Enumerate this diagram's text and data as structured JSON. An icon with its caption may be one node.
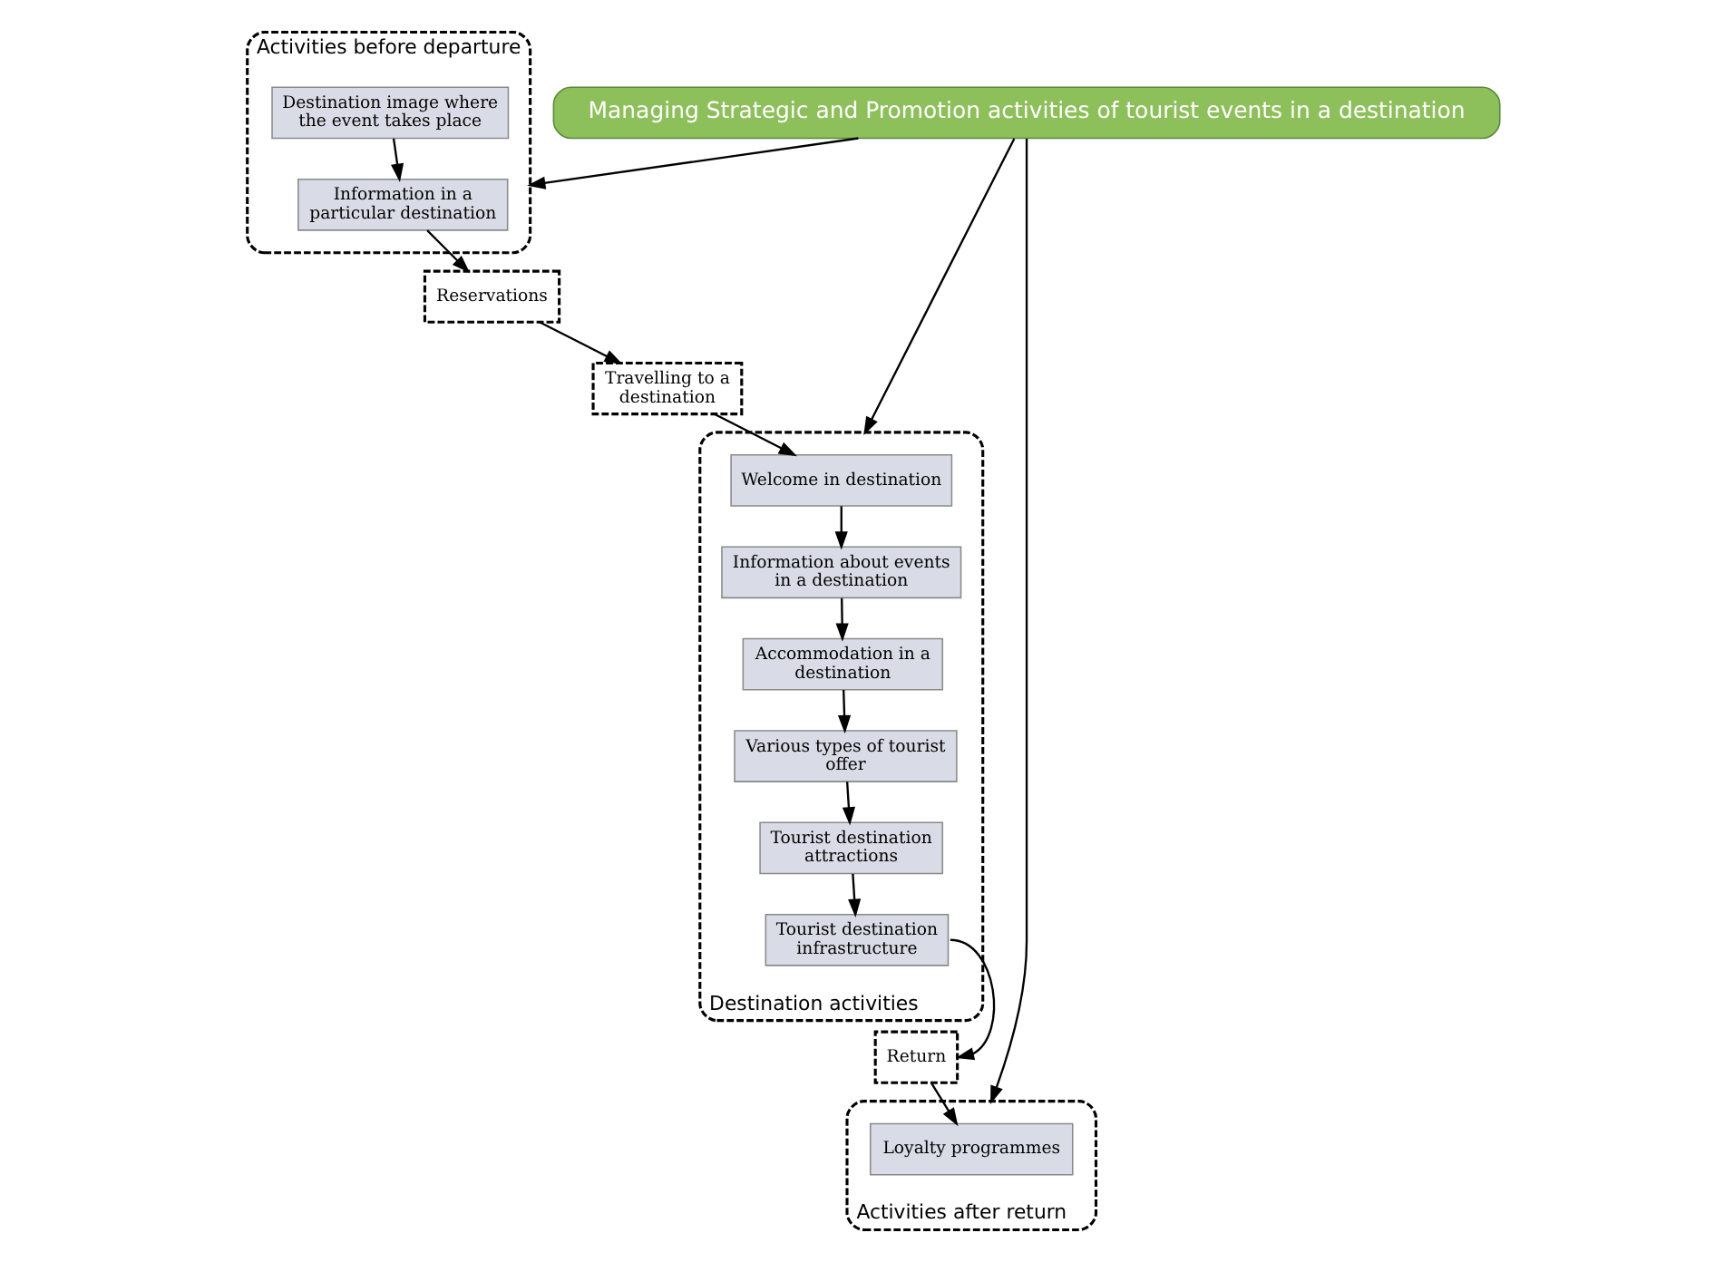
{
  "diagram": {
    "nodes": [
      {
        "text": [
          "Managing Strategic and Promotion activities of tourist events in a destination"
        ]
      },
      {
        "text": [
          "Activities after return"
        ]
      },
      {
        "text": [
          "Loyalty programmes"
        ],
        "in": 1
      },
      {
        "text": [
          "Return"
        ]
      },
      {
        "text": [
          "Destination activities"
        ]
      },
      {
        "text": [
          "Tourist destination infrastructure"
        ],
        "in": 4
      },
      {
        "text": [
          "Tourist destination attractions"
        ],
        "in": 4
      },
      {
        "text": [
          "Various types of tourist offer"
        ],
        "in": 4
      },
      {
        "text": [
          "Accommodation in a destination"
        ],
        "in": 4
      },
      {
        "text": [
          "Information about events in a destination"
        ],
        "in": 4
      },
      {
        "text": [
          "Welcome in destination"
        ],
        "in": 4
      },
      {
        "text": [
          "Activities before departure"
        ]
      },
      {
        "text": [
          "Destination image where the event takes place"
        ],
        "in": 11
      },
      {
        "text": [
          "Information in a particular destination"
        ],
        "in": 11
      },
      {
        "text": [
          "Reservations"
        ]
      },
      {
        "text": [
          "Travelling to a destination"
        ]
      }
    ],
    "edges": [
      {
        "from": 0,
        "to": 11,
        "arrow": "to"
      },
      {
        "from": 0,
        "to": 1,
        "arrow": "to"
      },
      {
        "from": 0,
        "to": 4,
        "arrow": "to"
      },
      {
        "from": 3,
        "to": 2,
        "arrow": "to"
      },
      {
        "from": 5,
        "to": 3,
        "arrow": "to"
      },
      {
        "from": 6,
        "to": 5,
        "arrow": "to"
      },
      {
        "from": 7,
        "to": 6,
        "arrow": "to"
      },
      {
        "from": 8,
        "to": 7,
        "arrow": "to"
      },
      {
        "from": 9,
        "to": 8,
        "arrow": "to"
      },
      {
        "from": 10,
        "to": 9,
        "arrow": "to"
      },
      {
        "from": 12,
        "to": 13,
        "arrow": "to"
      },
      {
        "from": 13,
        "to": 14,
        "arrow": "to"
      },
      {
        "from": 14,
        "to": 15,
        "arrow": "to"
      },
      {
        "from": 15,
        "to": 10,
        "arrow": "to"
      }
    ]
  }
}
